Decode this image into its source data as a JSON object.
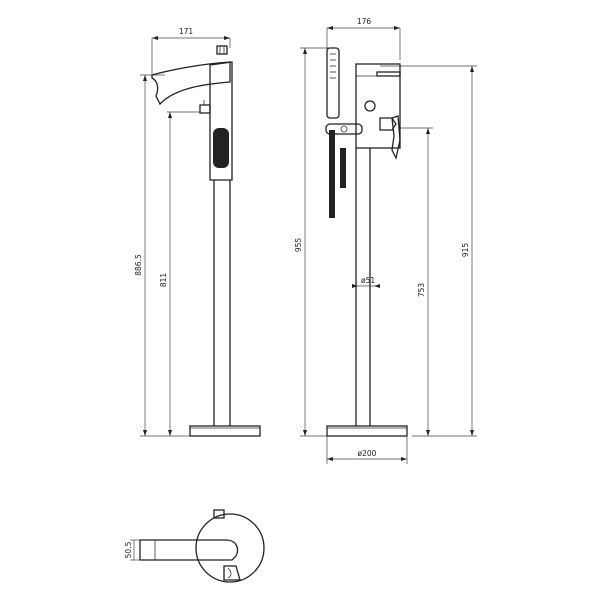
{
  "dimensions": {
    "side_spout_width": "171",
    "side_total_height": "886.5",
    "side_spout_height": "811",
    "front_width": "176",
    "front_total_height": "955",
    "front_handle_height": "915",
    "front_diverter_height": "753",
    "pipe_diameter": "ø51",
    "base_diameter": "ø200",
    "top_view_depth": "50.5"
  }
}
